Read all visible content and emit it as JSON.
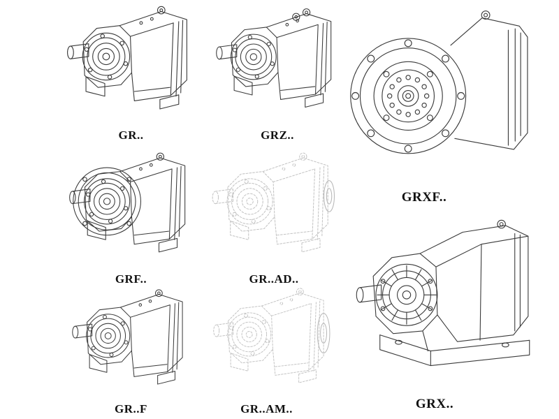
{
  "colors": {
    "background": "#ffffff",
    "line": "#3a3a3a",
    "phantom_line": "#c3c3c3",
    "label_text": "#111111"
  },
  "models": [
    {
      "id": "gr",
      "label": "GR.."
    },
    {
      "id": "grz",
      "label": "GRZ.."
    },
    {
      "id": "grxf",
      "label": "GRXF.."
    },
    {
      "id": "grf",
      "label": "GRF.."
    },
    {
      "id": "gr_ad",
      "label": "GR..AD.."
    },
    {
      "id": "grx",
      "label": "GRX.."
    },
    {
      "id": "gr_f",
      "label": "GR..F"
    },
    {
      "id": "gr_am",
      "label": "GR..AM.."
    }
  ]
}
